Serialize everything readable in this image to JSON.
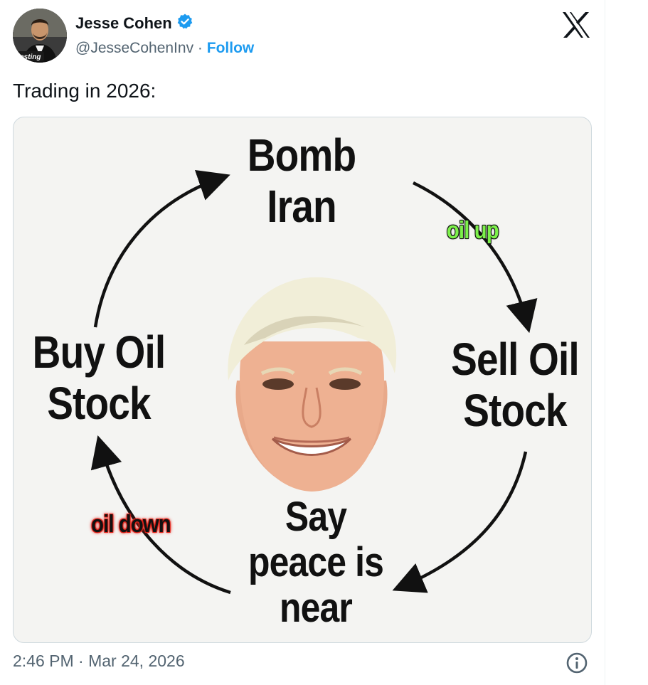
{
  "author": {
    "name": "Jesse Cohen",
    "handle": "@JesseCohenInv",
    "separator": "·",
    "follow_label": "Follow",
    "avatar_badge": "vesting"
  },
  "tweet": {
    "text": "Trading in 2026:",
    "timestamp": "2:46 PM · Mar 24, 2026"
  },
  "meme": {
    "top": [
      "Bomb",
      "Iran"
    ],
    "right": [
      "Sell Oil",
      "Stock"
    ],
    "bottom": [
      "Say",
      "peace is",
      "near"
    ],
    "left": [
      "Buy Oil",
      "Stock"
    ],
    "tag_up": "oil up",
    "tag_down": "oil down"
  },
  "colors": {
    "verified": "#1d9bf0",
    "follow": "#1d9bf0",
    "muted": "#536471",
    "tag_up": "#7cf14a",
    "tag_down": "#e2231a"
  },
  "icons": [
    "verified-badge-icon",
    "x-logo-icon",
    "info-icon"
  ]
}
